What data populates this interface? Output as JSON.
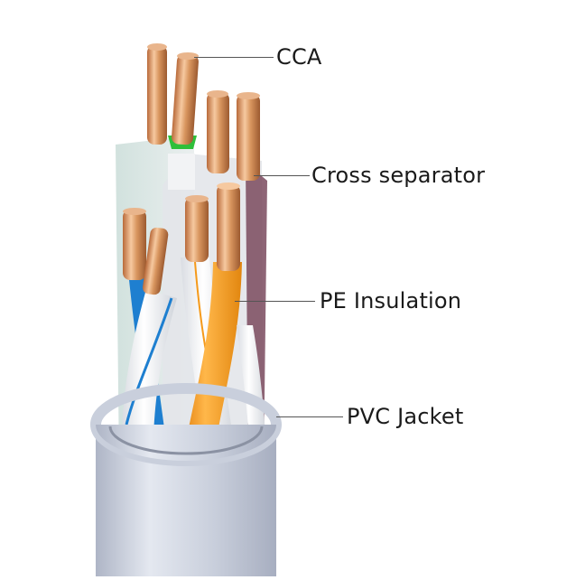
{
  "diagram": {
    "subject": "Cable cross-section",
    "background": "#ffffff",
    "callouts": [
      {
        "id": "cca",
        "label": "CCA",
        "points_to": "copper conductor tips"
      },
      {
        "id": "cross-separator",
        "label": "Cross separator",
        "points_to": "translucent cross spline"
      },
      {
        "id": "pe-insulation",
        "label": "PE Insulation",
        "points_to": "orange wire insulation"
      },
      {
        "id": "pvc-jacket",
        "label": "PVC Jacket",
        "points_to": "outer grey jacket"
      }
    ],
    "colors": {
      "copper": "#d8955e",
      "copper_highlight": "#f6c9a0",
      "green": "#2fbf3a",
      "blue": "#1e7fd0",
      "orange": "#f59a1b",
      "white_wire": "#f2f3f5",
      "brown": "#7a4a5e",
      "separator": "#dfe6e6",
      "jacket": "#c9cfdc",
      "leader_line": "#555555",
      "label_text": "#1a1a1a"
    }
  }
}
